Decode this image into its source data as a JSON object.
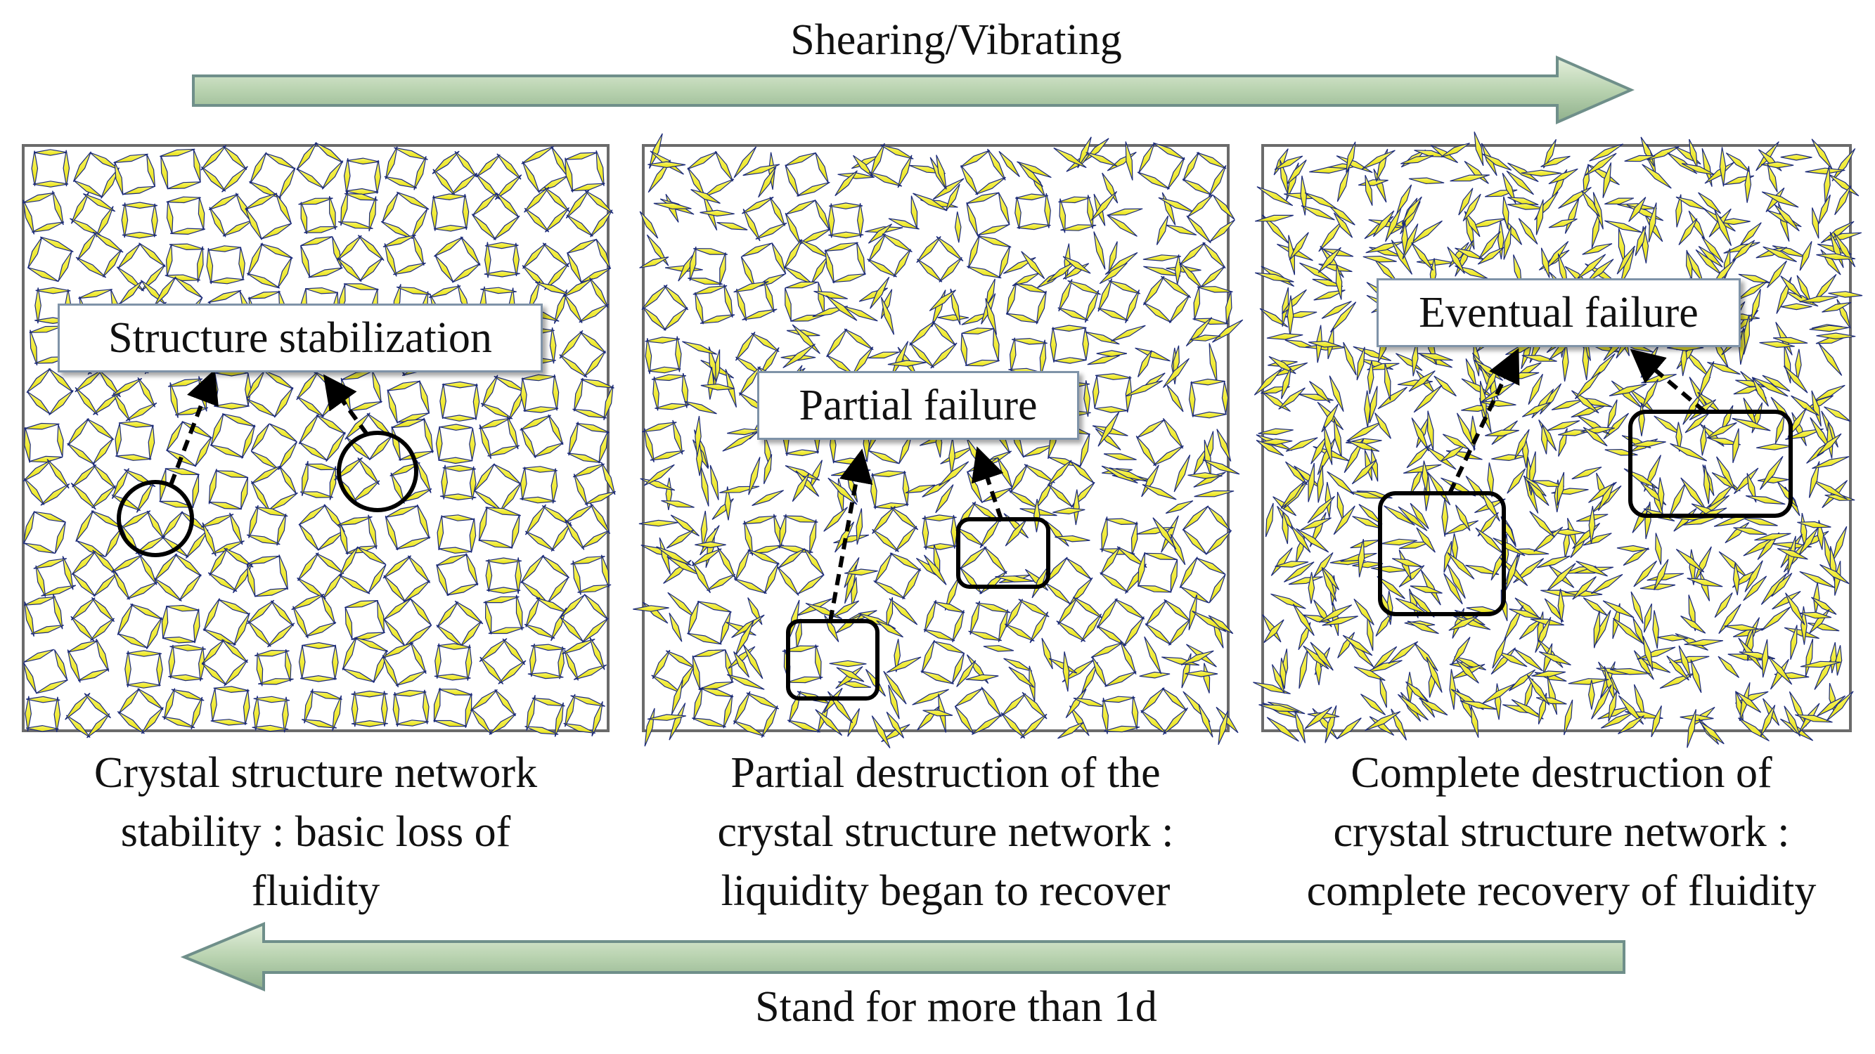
{
  "top_arrow": {
    "label": "Shearing/Vibrating"
  },
  "bottom_arrow": {
    "label": "Stand for more than 1d"
  },
  "panels": [
    {
      "label": "Structure stabilization",
      "caption": [
        "Crystal structure network",
        "stability : basic loss of",
        "fluidity"
      ]
    },
    {
      "label": "Partial failure",
      "caption": [
        "Partial destruction of the",
        "crystal structure network :",
        "liquidity began to recover"
      ]
    },
    {
      "label": "Eventual failure",
      "caption": [
        "Complete destruction of",
        "crystal structure network :",
        "complete recovery of fluidity"
      ]
    }
  ],
  "colors": {
    "needle_fill": "#f2ee1c",
    "needle_edge": "#1b2a7a",
    "arrow_fill": "#b9d3b0",
    "arrow_edge": "#6f8f8a",
    "panel_border": "#6b6b6b"
  }
}
